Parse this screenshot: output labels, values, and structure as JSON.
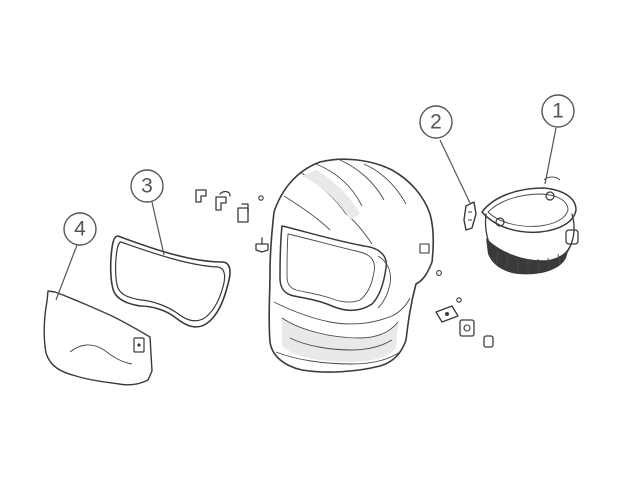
{
  "figure": {
    "callouts": [
      {
        "id": "1",
        "label": "1",
        "part": "headgear"
      },
      {
        "id": "2",
        "label": "2",
        "part": "headgear-mount"
      },
      {
        "id": "3",
        "label": "3",
        "part": "gasket"
      },
      {
        "id": "4",
        "label": "4",
        "part": "outer-cover-lens"
      }
    ]
  },
  "colors": {
    "ink": "#3a3a3a",
    "callout": "#555555",
    "background": "#ffffff"
  }
}
